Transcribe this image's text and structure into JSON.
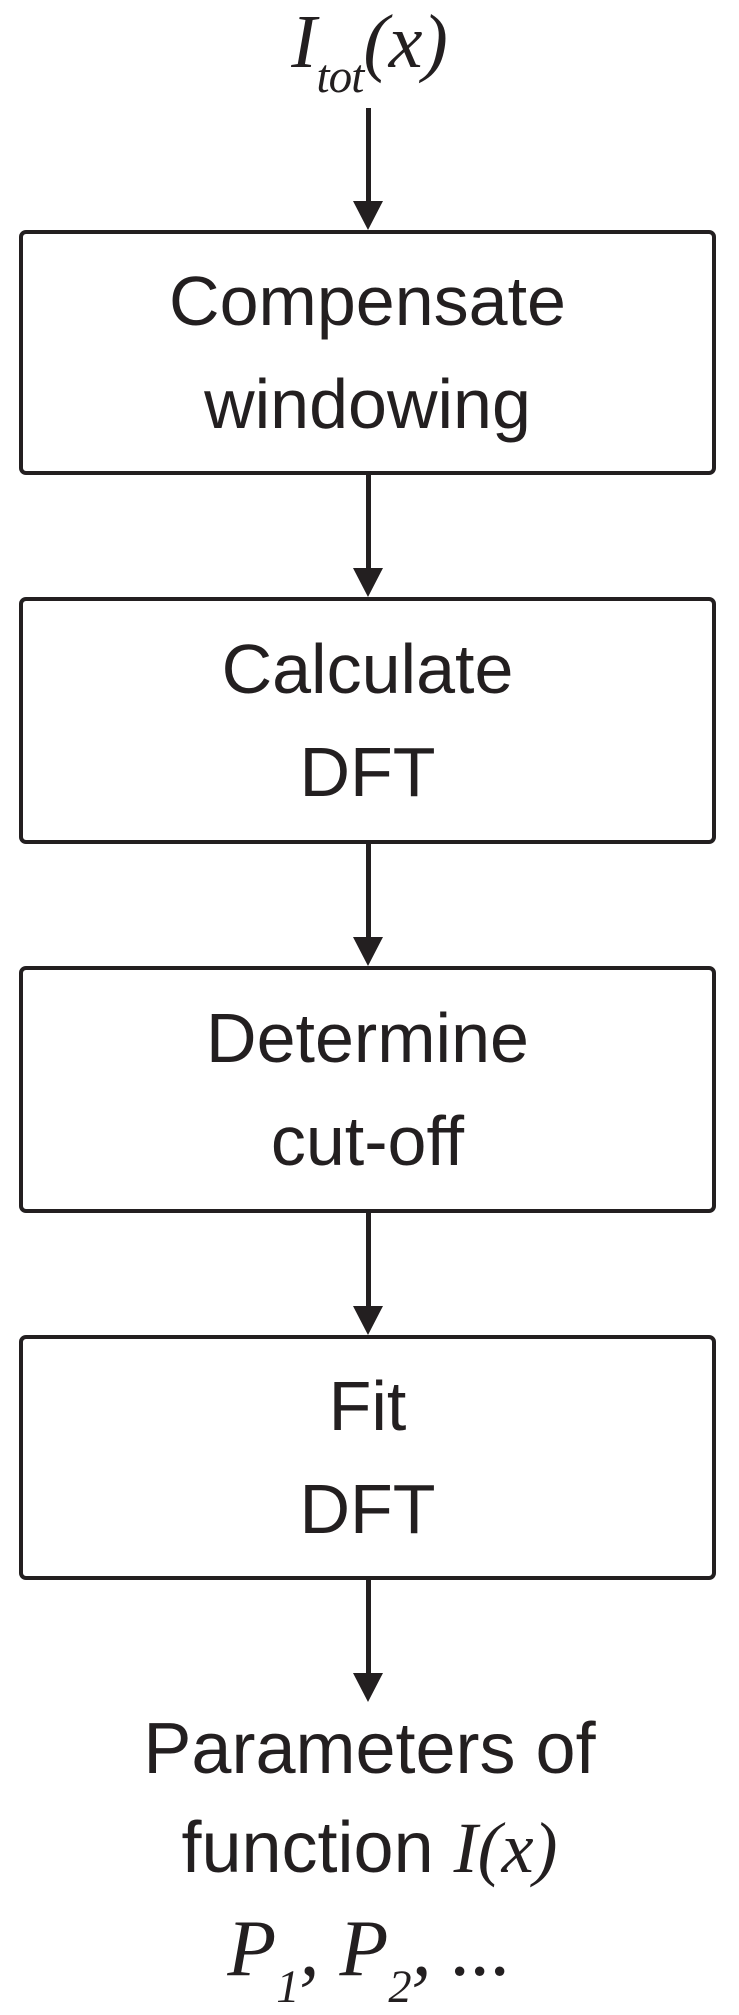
{
  "diagram": {
    "input_label": {
      "base": "I",
      "subscript": "tot",
      "args": "(x)"
    },
    "steps": [
      {
        "line1": "Compensate",
        "line2": "windowing"
      },
      {
        "line1": "Calculate",
        "line2": "DFT"
      },
      {
        "line1": "Determine",
        "line2": "cut-off"
      },
      {
        "line1": "Fit",
        "line2": "DFT"
      }
    ],
    "output": {
      "line1": "Parameters of",
      "line2_prefix": "function ",
      "line2_math": "I(x)",
      "params": [
        {
          "base": "P",
          "subscript": "1",
          "tail": ", "
        },
        {
          "base": "P",
          "subscript": "2",
          "tail": ", "
        }
      ],
      "ellipsis": "..."
    },
    "colors": {
      "stroke": "#231f20",
      "background": "#ffffff"
    }
  }
}
